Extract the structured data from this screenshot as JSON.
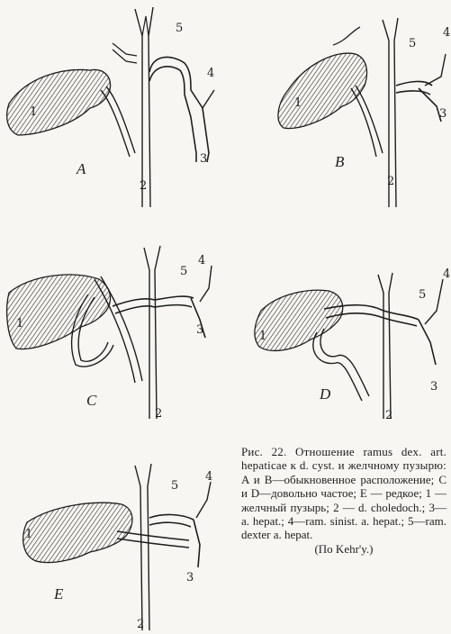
{
  "figure": {
    "panels": [
      {
        "letter": "A",
        "labels": {
          "1": "1",
          "2": "2",
          "3": "3",
          "4": "4",
          "5": "5"
        }
      },
      {
        "letter": "B",
        "labels": {
          "1": "1",
          "2": "2",
          "3": "3",
          "4": "4",
          "5": "5"
        }
      },
      {
        "letter": "C",
        "labels": {
          "1": "1",
          "2": "2",
          "3": "3",
          "4": "4",
          "5": "5"
        }
      },
      {
        "letter": "D",
        "labels": {
          "1": "1",
          "2": "2",
          "3": "3",
          "4": "4",
          "5": "5"
        }
      },
      {
        "letter": "E",
        "labels": {
          "1": "1",
          "2": "2",
          "3": "3",
          "4": "4",
          "5": "5"
        }
      }
    ]
  },
  "caption": {
    "title": "Рис. 22. Отношение ramus dex. art. hepaticae к d. cyst. и желчному пузырю:",
    "body": "A и B—обыкновенное расположение; C и D—довольно частое; E — редкое; 1 — желчный пузырь; 2 — d. choledoch.; 3—a. hepat.; 4—ram. sinist. a. hepat.; 5—ram. dexter a. hepat.",
    "credit": "(По Kehr'y.)"
  },
  "colors": {
    "ink": "#1e1e1e",
    "paper": "#f7f6f2"
  }
}
